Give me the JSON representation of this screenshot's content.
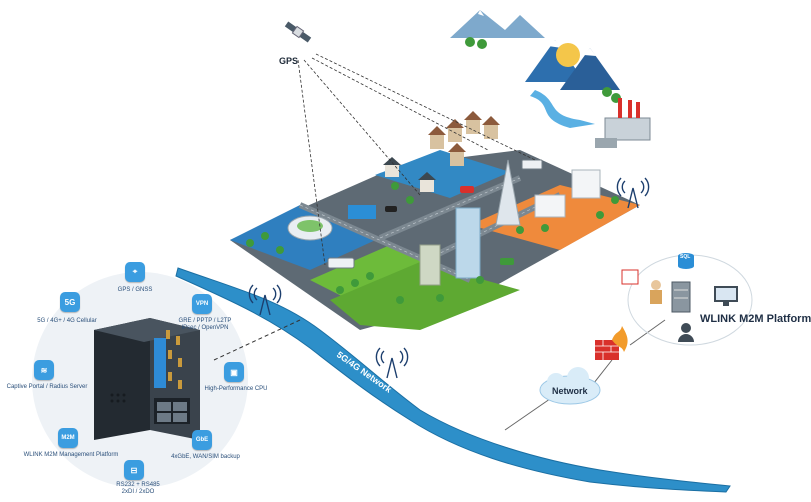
{
  "labels": {
    "gps": "GPS",
    "network_river": "5G/4G Network",
    "network_cloud": "Network",
    "platform": "WLINK M2M Platform",
    "sql": "SQL"
  },
  "features": [
    {
      "id": "gps",
      "icon": "map-pin-icon",
      "text": "GPS / GNSS",
      "glyph": "⌖"
    },
    {
      "id": "cellular",
      "icon": "5g-icon",
      "text": "5G / 4G+ / 4G Cellular",
      "glyph": "5G"
    },
    {
      "id": "vpn",
      "icon": "vpn-key-icon",
      "text": "GRE / PPTP / L2TP\nIPsec / OpenVPN",
      "glyph": "VPN"
    },
    {
      "id": "wifi",
      "icon": "wifi-icon",
      "text": "Captive Portal / Radius Server",
      "glyph": "≋"
    },
    {
      "id": "cpu",
      "icon": "cpu-icon",
      "text": "High-Performance CPU",
      "glyph": "▣"
    },
    {
      "id": "m2m",
      "icon": "cloud-m2m-icon",
      "text": "WLINK M2M Management Platform",
      "glyph": "M2M"
    },
    {
      "id": "gbe",
      "icon": "ethernet-icon",
      "text": "4xGbE, WAN/SIM backup",
      "glyph": "GbE"
    },
    {
      "id": "serial",
      "icon": "serial-port-icon",
      "text": "RS232 + RS485\n2xDI / 2xDO",
      "glyph": "⊟"
    }
  ],
  "colors": {
    "river": "#2d8fc9",
    "river_edge": "#1b6fa3",
    "zone_gray": "#5e6a74",
    "zone_green": "#6dbb3a",
    "zone_blue": "#2f7fbf",
    "zone_orange": "#ef8a3c",
    "road": "#6c7780",
    "feature_blue": "#3b9de0",
    "text_blue": "#2a4f7a"
  }
}
